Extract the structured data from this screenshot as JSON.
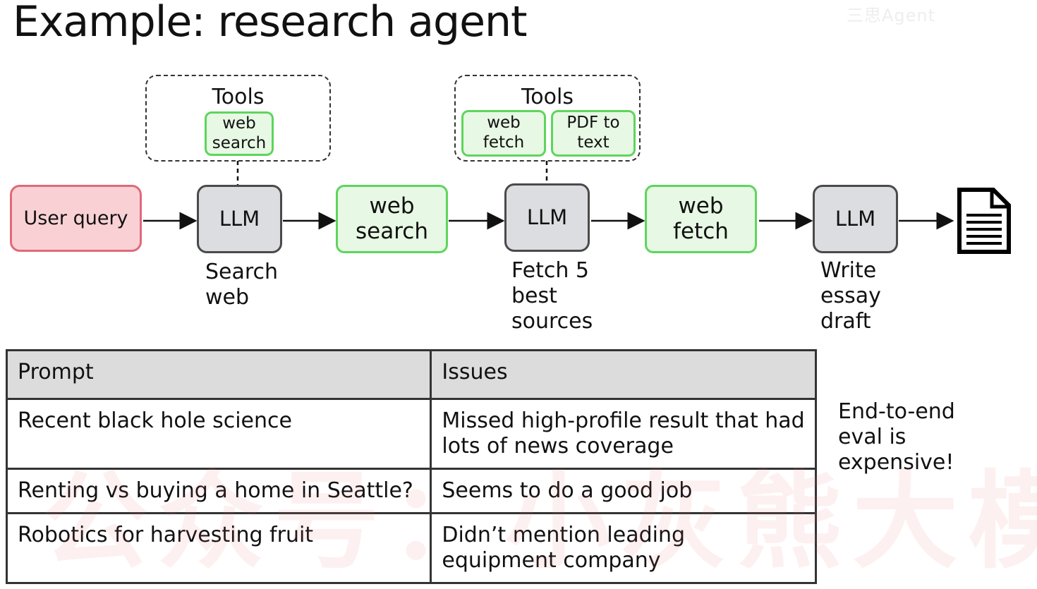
{
  "title": "Example: research agent",
  "watermark_top": "三思Agent",
  "watermark": "公众号：小灰熊大模型",
  "diagram": {
    "tools_groups": [
      {
        "label": "Tools",
        "tools": [
          "web\nsearch"
        ]
      },
      {
        "label": "Tools",
        "tools": [
          "web\nfetch",
          "PDF to\ntext"
        ]
      }
    ],
    "user_query": "User query",
    "steps": [
      {
        "label": "LLM",
        "caption": "Search\nweb"
      },
      {
        "label": "web\nsearch"
      },
      {
        "label": "LLM",
        "caption": "Fetch 5\nbest\nsources"
      },
      {
        "label": "web\nfetch"
      },
      {
        "label": "LLM",
        "caption": "Write\nessay\ndraft"
      }
    ],
    "output_icon": "document-icon",
    "colors": {
      "user_query_fill": "#f9d1d5",
      "user_query_border": "#e06a78",
      "llm_fill": "#dcdde0",
      "tool_fill": "#e7f8e4",
      "tool_border": "#5ed55c"
    }
  },
  "table": {
    "headers": [
      "Prompt",
      "Issues"
    ],
    "rows": [
      [
        "Recent black hole science",
        "Missed high-profile result that had lots of news coverage"
      ],
      [
        "Renting vs buying a home in Seattle?",
        "Seems to do a good job"
      ],
      [
        "Robotics for harvesting fruit",
        "Didn’t mention leading equipment company"
      ]
    ]
  },
  "side_note": "End-to-end\neval is\nexpensive!"
}
